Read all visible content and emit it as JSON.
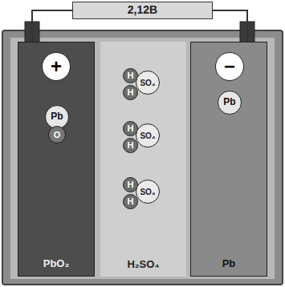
{
  "diagram": {
    "nodes": [
      {
        "text": [
          "2,12В"
        ]
      },
      {
        "text": [
          "PbO₂"
        ]
      },
      {
        "text": [
          "+"
        ],
        "in": 1
      },
      {
        "text": [
          "Pb"
        ],
        "in": 1
      },
      {
        "text": [
          "O"
        ],
        "in": 1
      },
      {
        "text": [
          "H₂SO₄"
        ]
      },
      {
        "text": [
          "H"
        ],
        "in": 5
      },
      {
        "text": [
          "SO₄"
        ],
        "in": 5
      },
      {
        "text": [
          "H"
        ],
        "in": 5
      },
      {
        "text": [
          "H"
        ],
        "in": 5
      },
      {
        "text": [
          "SO₄"
        ],
        "in": 5
      },
      {
        "text": [
          "H"
        ],
        "in": 5
      },
      {
        "text": [
          "H"
        ],
        "in": 5
      },
      {
        "text": [
          "SO₄"
        ],
        "in": 5
      },
      {
        "text": [
          "H"
        ],
        "in": 5
      },
      {
        "text": [
          "Pb"
        ]
      },
      {
        "text": [
          "−"
        ],
        "in": 15
      },
      {
        "text": [
          "Pb"
        ],
        "in": 15
      }
    ],
    "edges": [
      {
        "from": 0,
        "to": 1,
        "arrow": "none"
      },
      {
        "from": 0,
        "to": 15,
        "arrow": "none"
      }
    ]
  }
}
